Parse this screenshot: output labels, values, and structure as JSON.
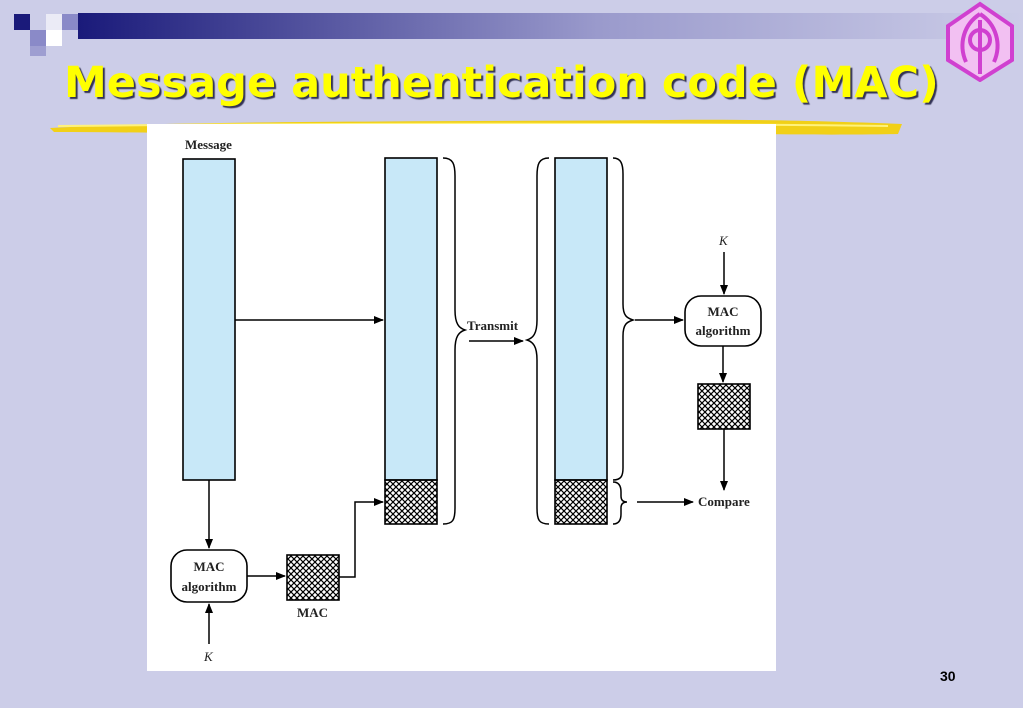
{
  "slide": {
    "title": "Message authentication code (MAC)",
    "page_number": "30"
  },
  "diagram": {
    "message_label": "Message",
    "transmit_label": "Transmit",
    "mac_label": "MAC",
    "compare_label": "Compare",
    "mac_algorithm_sender": {
      "line1": "MAC",
      "line2": "algorithm"
    },
    "mac_algorithm_receiver": {
      "line1": "MAC",
      "line2": "algorithm"
    },
    "key_sender": "K",
    "key_receiver": "K"
  },
  "colors": {
    "background": "#cccde8",
    "title": "#ffff00",
    "message_block": "#c8e8f8",
    "top_bar_dark": "#1a1a7a",
    "logo": "#e060e0"
  },
  "icons": {
    "logo": "university-seal-icon"
  }
}
